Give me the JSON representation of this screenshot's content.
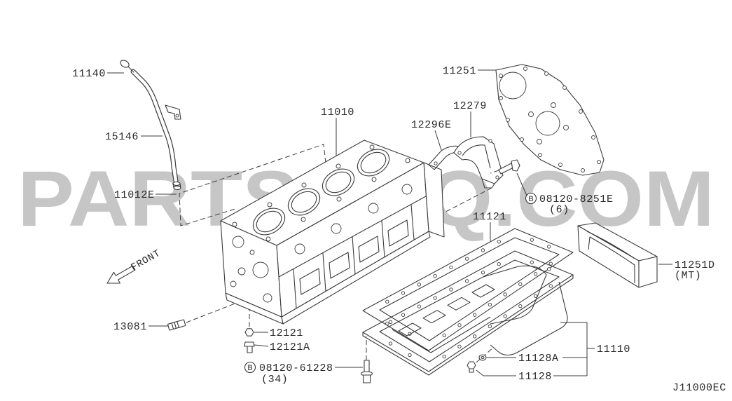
{
  "watermark": "PARTSOUQ.COM",
  "diagram_code": "J11000EC",
  "front_label": "FRONT",
  "callouts": {
    "dipstick": "11140",
    "dipstick_tube": "15146",
    "tube_seal": "11012E",
    "cylinder_block": "11010",
    "retainer_gasket": "12296E",
    "seal_retainer": "12279",
    "rear_plate": "11251",
    "pan_gasket": "11121",
    "rear_plate_mt": "11251D",
    "mt_note": "(MT)",
    "stud": "13081",
    "nut": "12121",
    "bolt": "12121A",
    "oil_pan": "11110",
    "drain_washer": "11128A",
    "drain_plug": "11128"
  },
  "standard_bolts": [
    {
      "symbol": "B",
      "part": "08120-8251E",
      "qty": "(6)"
    },
    {
      "symbol": "B",
      "part": "08120-61228",
      "qty": "(34)"
    }
  ]
}
